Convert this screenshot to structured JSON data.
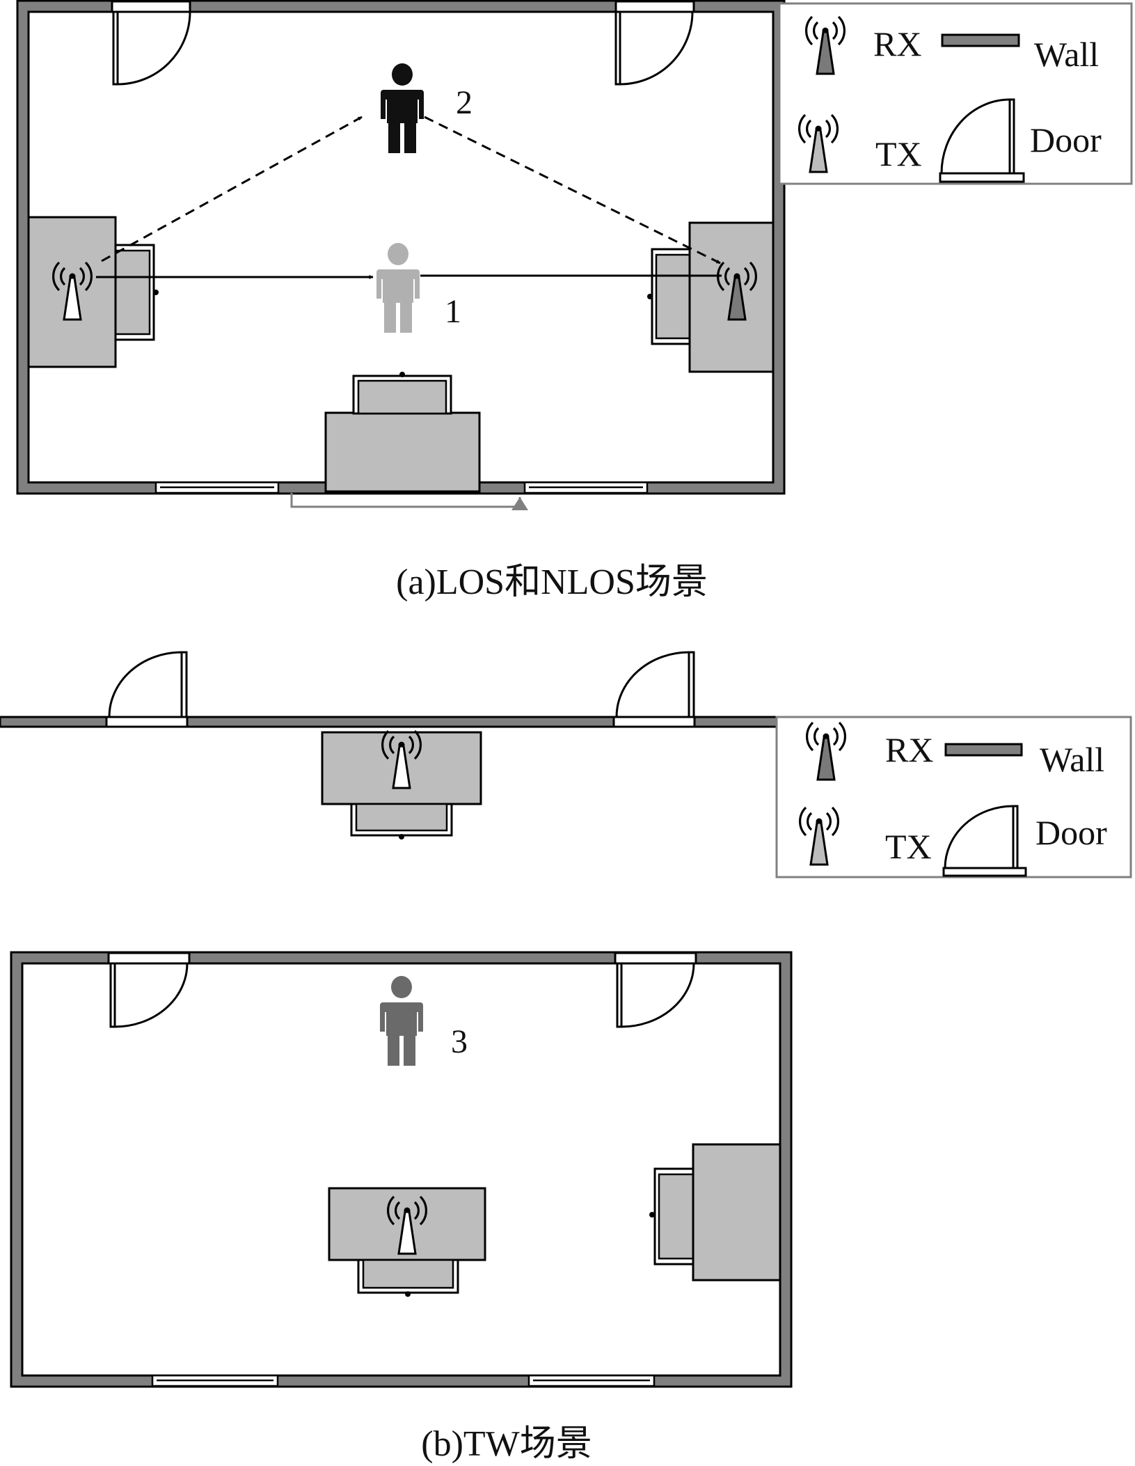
{
  "figure_a": {
    "caption": "(a)LOS和NLOS场景",
    "person_1_label": "1",
    "person_2_label": "2"
  },
  "figure_b": {
    "caption": "(b)TW场景",
    "person_3_label": "3"
  },
  "legend_top": {
    "rx": "RX",
    "wall": "Wall",
    "tx": "TX",
    "door": "Door"
  },
  "legend_mid": {
    "rx": "RX",
    "wall": "Wall",
    "tx": "TX",
    "door": "Door"
  },
  "colors": {
    "wall": "#808080",
    "furniture": "#bdbdbd",
    "rx_antenna": "#7a7a7a",
    "tx_antenna": "#bdbdbd",
    "person_2": "#111111",
    "person_1": "#b0b0b0",
    "person_3": "#6a6a6a"
  }
}
